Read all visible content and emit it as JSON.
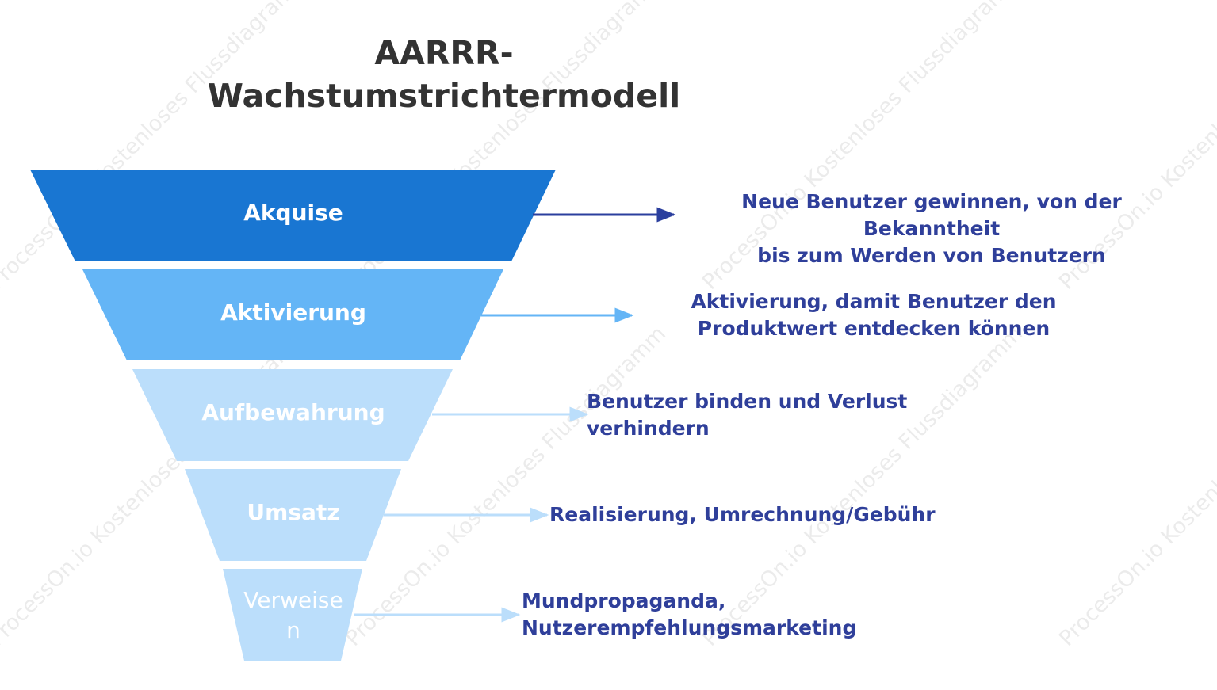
{
  "title": "AARRR-\nWachstumstrichtermodell",
  "watermark": "ProcessOn.io Kostenloses Flussdiagramm",
  "stages": [
    {
      "label": "Akquise",
      "description": "Neue Benutzer gewinnen, von der Bekanntheit\nbis zum Werden von Benutzern",
      "color": "#1976d2",
      "arrow_color": "#2b3f9e"
    },
    {
      "label": "Aktivierung",
      "description": "Aktivierung, damit Benutzer den\nProduktwert entdecken können",
      "color": "#64b5f6",
      "arrow_color": "#64b5f6"
    },
    {
      "label": "Aufbewahrung",
      "description": "Benutzer binden und Verlust\nverhindern",
      "color": "#bbdefb",
      "arrow_color": "#bbdefb"
    },
    {
      "label": "Umsatz",
      "description": "Realisierung, Umrechnung/Gebühr",
      "color": "#bbdefb",
      "arrow_color": "#bbdefb"
    },
    {
      "label": "Verweisen",
      "description": "Mundpropaganda,\nNutzerempfehlungsmarketing",
      "color": "#bbdefb",
      "arrow_color": "#bbdefb"
    }
  ]
}
